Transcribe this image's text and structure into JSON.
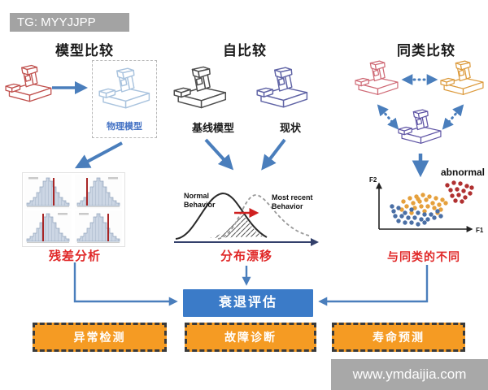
{
  "banner": {
    "top_text": "TG: MYYJJPP",
    "bottom_text": "www.ymdaijia.com"
  },
  "columns": {
    "model": {
      "header": "模型比较",
      "physical_model_label": "物理模型",
      "result_label": "残差分析"
    },
    "self": {
      "header": "自比较",
      "baseline_label": "基线模型",
      "current_label": "现状",
      "curve_left_label": "Normal Behavior",
      "curve_right_label": "Most recent Behavior",
      "result_label": "分布漂移"
    },
    "peer": {
      "header": "同类比较",
      "abnormal_label": "abnormal",
      "x_axis_label": "F1",
      "y_axis_label": "F2",
      "result_label": "与同类的不同"
    }
  },
  "assessment_label": "衰退评估",
  "outputs": [
    {
      "label": "异常检测"
    },
    {
      "label": "故障诊断"
    },
    {
      "label": "寿命预测"
    }
  ],
  "colors": {
    "arrow_blue": "#4a7ebc",
    "assessment_blue": "#3b7bc8",
    "output_orange": "#f59b23",
    "result_red": "#e02828",
    "banner_gray": "#a3a3a3",
    "machine_real_red": "#c0504d",
    "machine_physical_lightblue": "#a9c3de",
    "machine_baseline_gray": "#4d4d4d",
    "machine_current_blue": "#5f63a5",
    "machine_peer_pink": "#cf6a76",
    "machine_peer_orange": "#dc9a3c",
    "machine_peer_purple": "#5f55a5"
  },
  "histograms": {
    "bar_heights": [
      3,
      6,
      10,
      16,
      23,
      30,
      34,
      30,
      23,
      16,
      10,
      6,
      3
    ],
    "red_line_x": [
      35,
      14,
      22,
      40
    ]
  },
  "scatter": {
    "colors": {
      "orange": "#e5a03c",
      "blue": "#4a6fa5",
      "abnormal": "#b03030"
    },
    "orange_points": [
      [
        46,
        50
      ],
      [
        54,
        46
      ],
      [
        62,
        44
      ],
      [
        70,
        42
      ],
      [
        78,
        44
      ],
      [
        86,
        46
      ],
      [
        94,
        48
      ],
      [
        50,
        56
      ],
      [
        58,
        52
      ],
      [
        66,
        50
      ],
      [
        74,
        48
      ],
      [
        82,
        52
      ],
      [
        90,
        54
      ],
      [
        98,
        52
      ],
      [
        44,
        60
      ],
      [
        60,
        58
      ],
      [
        68,
        56
      ],
      [
        76,
        56
      ],
      [
        84,
        58
      ],
      [
        92,
        60
      ],
      [
        72,
        62
      ],
      [
        56,
        64
      ],
      [
        88,
        64
      ],
      [
        64,
        47
      ]
    ],
    "blue_points": [
      [
        34,
        62
      ],
      [
        40,
        58
      ],
      [
        48,
        64
      ],
      [
        56,
        60
      ],
      [
        64,
        64
      ],
      [
        72,
        66
      ],
      [
        80,
        66
      ],
      [
        88,
        62
      ],
      [
        36,
        68
      ],
      [
        44,
        68
      ],
      [
        52,
        70
      ],
      [
        60,
        70
      ],
      [
        68,
        72
      ],
      [
        76,
        72
      ],
      [
        84,
        70
      ],
      [
        40,
        74
      ],
      [
        48,
        76
      ],
      [
        56,
        76
      ],
      [
        64,
        78
      ],
      [
        72,
        76
      ],
      [
        32,
        56
      ],
      [
        92,
        68
      ]
    ],
    "abnormal_points": [
      [
        100,
        30
      ],
      [
        108,
        27
      ],
      [
        116,
        28
      ],
      [
        124,
        31
      ],
      [
        104,
        36
      ],
      [
        112,
        35
      ],
      [
        120,
        37
      ],
      [
        128,
        40
      ],
      [
        106,
        43
      ],
      [
        114,
        42
      ],
      [
        122,
        45
      ],
      [
        110,
        49
      ],
      [
        118,
        50
      ],
      [
        130,
        33
      ]
    ]
  }
}
